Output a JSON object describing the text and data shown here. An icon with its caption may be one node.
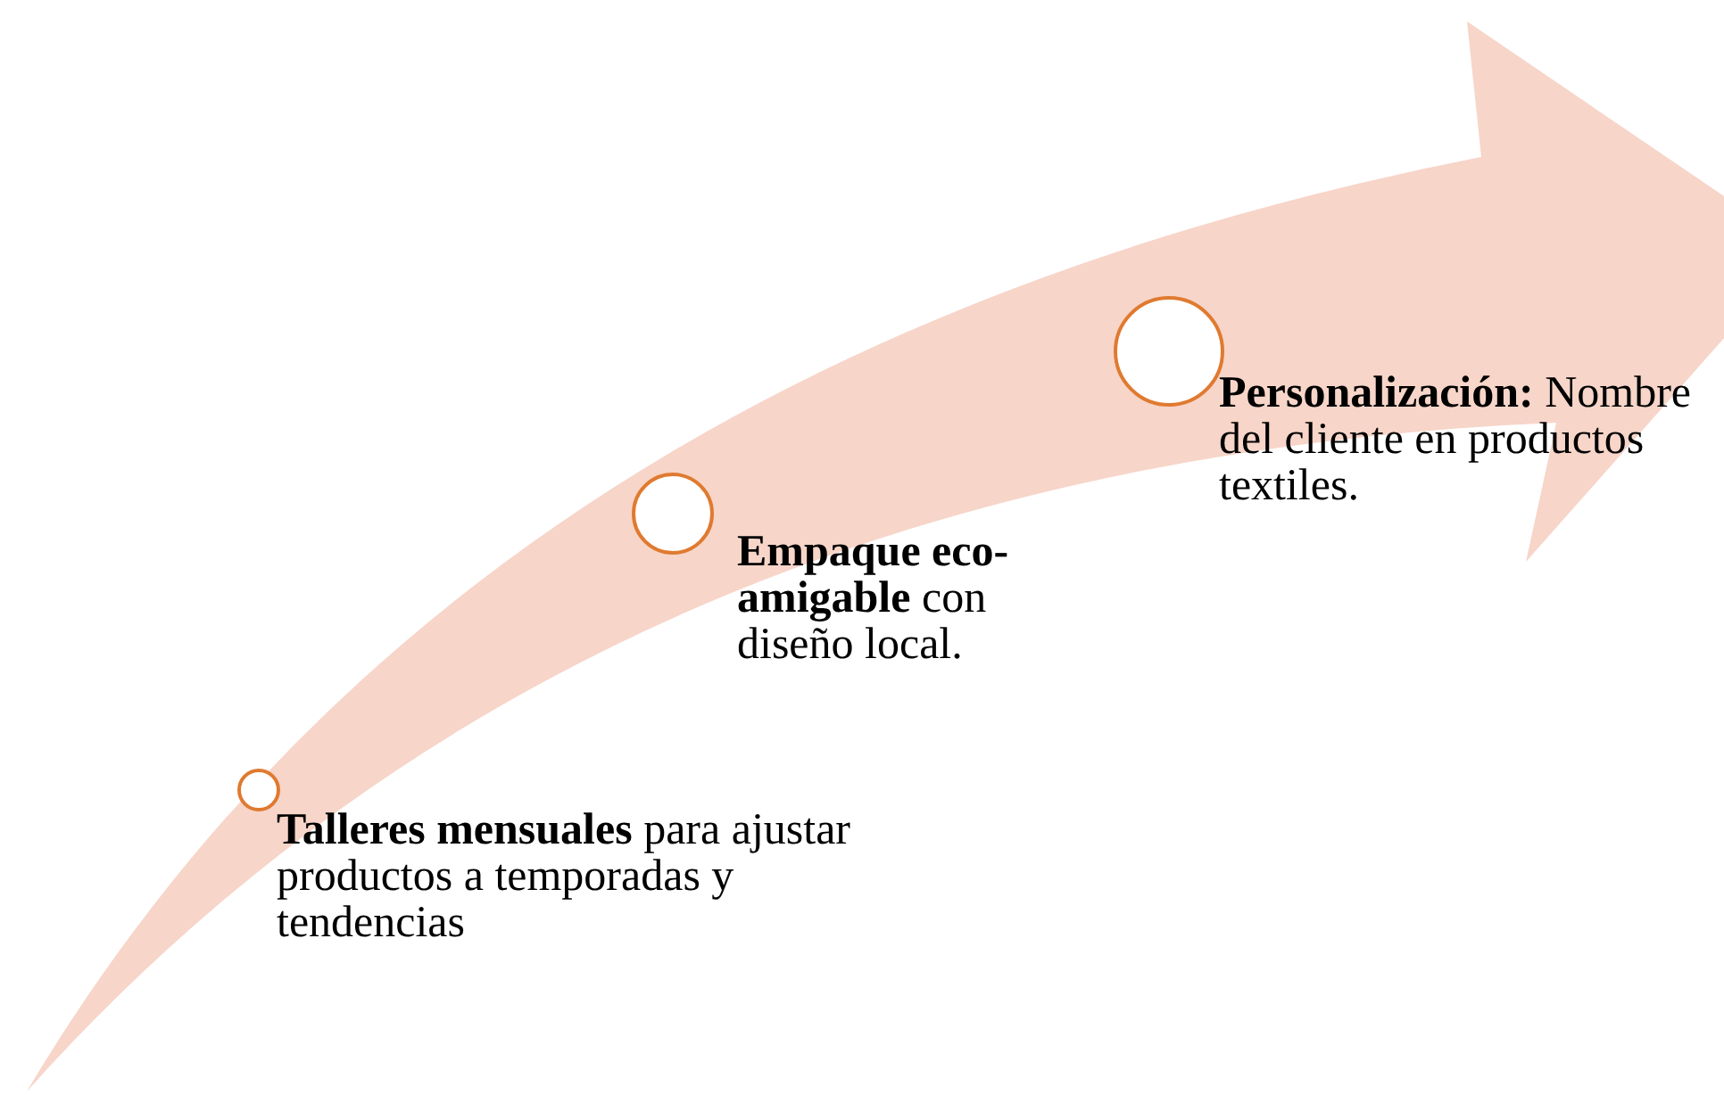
{
  "diagram": {
    "nodes": [
      {
        "text": [],
        "shape": "circle",
        "beside": [
          "**Talleres mensuales** para ajustar productos a temporadas y tendencias"
        ]
      },
      {
        "text": [],
        "shape": "circle",
        "beside": [
          "**Empaque eco-amigable** con diseño local."
        ]
      },
      {
        "text": [],
        "shape": "circle",
        "beside": [
          "**Personalización:** Nombre del cliente en productos textiles."
        ]
      }
    ]
  }
}
